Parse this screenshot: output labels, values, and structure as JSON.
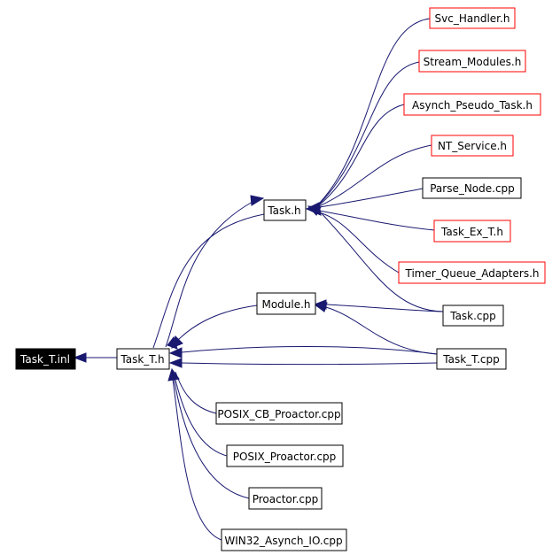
{
  "graph": {
    "colors": {
      "edge": "#191970",
      "node_border": "#000000",
      "linked_border": "#ff0000",
      "root_fill": "#000000",
      "root_text": "#ffffff"
    },
    "nodes": {
      "task_t_inl": "Task_T.inl",
      "task_t_h": "Task_T.h",
      "task_h": "Task.h",
      "module_h": "Module.h",
      "svc_handler_h": "Svc_Handler.h",
      "stream_modules_h": "Stream_Modules.h",
      "asynch_pseudo_task_h": "Asynch_Pseudo_Task.h",
      "nt_service_h": "NT_Service.h",
      "parse_node_cpp": "Parse_Node.cpp",
      "task_ex_t_h": "Task_Ex_T.h",
      "timer_queue_adapters_h": "Timer_Queue_Adapters.h",
      "task_cpp": "Task.cpp",
      "task_t_cpp": "Task_T.cpp",
      "posix_cb_proactor_cpp": "POSIX_CB_Proactor.cpp",
      "posix_proactor_cpp": "POSIX_Proactor.cpp",
      "proactor_cpp": "Proactor.cpp",
      "win32_asynch_io_cpp": "WIN32_Asynch_IO.cpp"
    }
  }
}
